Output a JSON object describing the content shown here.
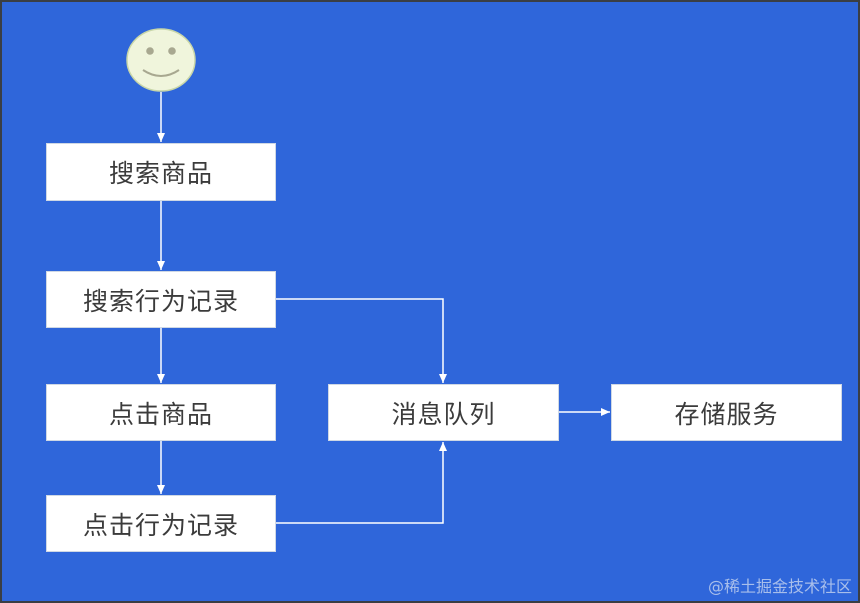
{
  "diagram": {
    "type": "flowchart",
    "background_color": "#2f66da",
    "nodes": {
      "search": "搜索商品",
      "search_log": "搜索行为记录",
      "click": "点击商品",
      "click_log": "点击行为记录",
      "mq": "消息队列",
      "storage": "存储服务"
    },
    "edges": [
      {
        "from": "user",
        "to": "search"
      },
      {
        "from": "search",
        "to": "search_log"
      },
      {
        "from": "search_log",
        "to": "click"
      },
      {
        "from": "click",
        "to": "click_log"
      },
      {
        "from": "search_log",
        "to": "mq"
      },
      {
        "from": "click_log",
        "to": "mq"
      },
      {
        "from": "mq",
        "to": "storage"
      }
    ],
    "start_icon": "smiley-face-icon"
  },
  "watermark": "@稀土掘金技术社区"
}
